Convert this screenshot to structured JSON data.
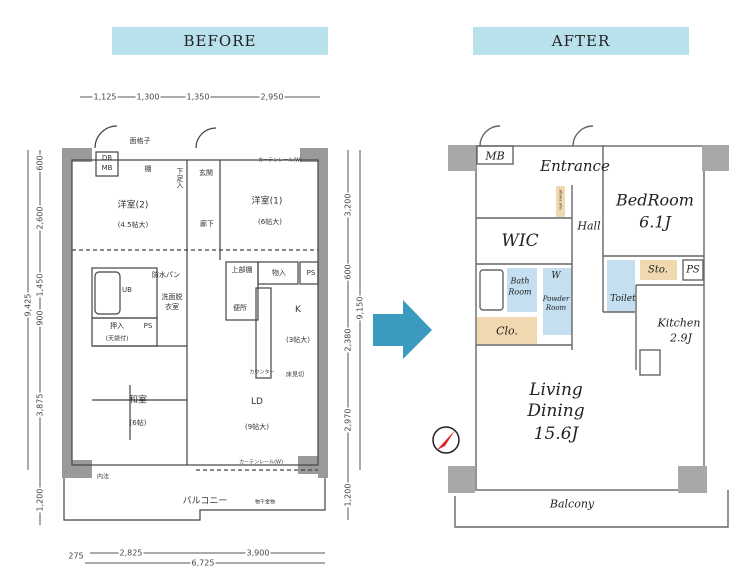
{
  "headers": {
    "before": "BEFORE",
    "after": "AFTER"
  },
  "colors": {
    "header_bg": "#b9e1ec",
    "arrow": "#3a9bbf",
    "wet_area": "#c4dff0",
    "storage": "#f0d9b0",
    "pillar": "#a8a8a8",
    "compass": "#e0201c"
  },
  "before": {
    "top_dims": [
      "1,125",
      "1,300",
      "1,350",
      "2,950"
    ],
    "bottom_dims": [
      "275",
      "2,825",
      "3,900",
      "6,725"
    ],
    "left_dims": [
      "600",
      "2,600",
      "1,450",
      "900",
      "3,875",
      "9,425",
      "1,200"
    ],
    "right_dims": [
      "3,200",
      "600",
      "2,380",
      "9,150",
      "2,970",
      "1,200"
    ],
    "labels": {
      "grille": "面格子",
      "db": "DB",
      "mb": "MB",
      "shelf": "棚",
      "shoe": "下足入",
      "entrance": "玄関",
      "hall": "廊下",
      "room2": "洋室(2)",
      "room2_size": "(4.5帖大)",
      "room1": "洋室(1)",
      "room1_size": "(6帖大)",
      "curtain_top": "カーテンレール(W)",
      "pan": "防水パン",
      "ub": "UB",
      "washroom": "洗面脱衣室",
      "upper_shelf": "上部棚",
      "closet": "物入",
      "ps": "PS",
      "toilet": "便所",
      "kitchen": "K",
      "kitchen_size": "(3帖大)",
      "oshiire": "押入",
      "oshiire_sub": "(天袋付)",
      "ps2": "PS",
      "counter": "カウンター",
      "floor_trim": "床見切",
      "washitsu": "和室",
      "washitsu_size": "(6帖)",
      "ld": "LD",
      "ld_size": "(9帖大)",
      "curtain_bottom": "カーテンレール(W)",
      "sash": "内法",
      "balcony": "バルコニー",
      "hanger": "物干金物"
    }
  },
  "after": {
    "mb": "MB",
    "entrance": "Entrance",
    "shoe_sto": "Shoes Sto.",
    "bedroom": "BedRoom",
    "bedroom_size": "6.1J",
    "wic": "WIC",
    "hall": "Hall",
    "bath": "Bath",
    "bath2": "Room",
    "w": "W",
    "powder": "Powder",
    "powder2": "Room",
    "toilet": "Toilet",
    "sto": "Sto.",
    "ps": "PS",
    "clo": "Clo.",
    "kitchen": "Kitchen",
    "kitchen_size": "2.9J",
    "living": "Living",
    "dining": "Dining",
    "ld_size": "15.6J",
    "balcony": "Balcony"
  }
}
